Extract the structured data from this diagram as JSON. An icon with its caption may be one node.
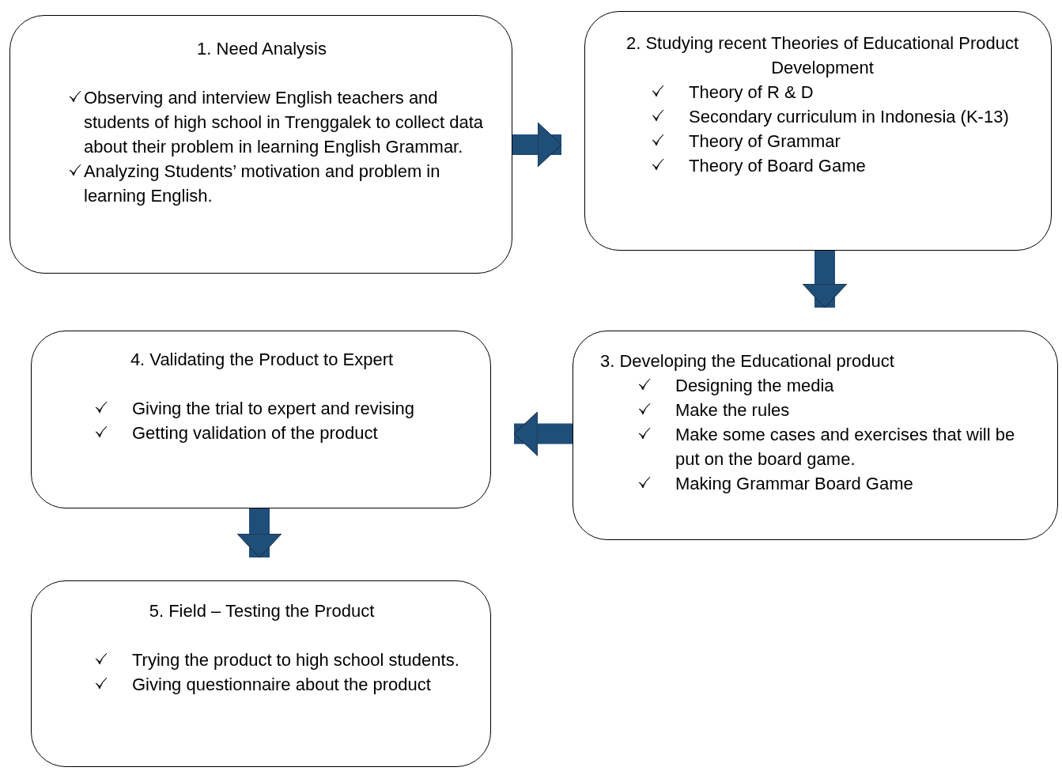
{
  "diagram": {
    "nodes": [
      {
        "text": [
          "1. Need Analysis",
          "Observing and interview English teachers and students of high school in Trenggalek to collect data about their problem in learning English Grammar.",
          "Analyzing Students’ motivation and problem in learning English."
        ]
      },
      {
        "text": [
          "2. Studying recent Theories of Educational Product Development",
          "Theory of R & D",
          "Secondary curriculum in Indonesia (K-13)",
          "Theory of Grammar",
          "Theory of Board Game"
        ]
      },
      {
        "text": [
          "3. Developing the Educational product",
          "Designing the media",
          "Make the rules",
          "Make some cases and exercises that will be put on the board game.",
          "Making Grammar Board Game"
        ]
      },
      {
        "text": [
          "4. Validating the Product to Expert",
          "Giving the trial to expert and revising",
          "Getting validation of the product"
        ]
      },
      {
        "text": [
          "5. Field – Testing the Product",
          "Trying the product to high school students.",
          "Giving questionnaire about the product"
        ]
      }
    ],
    "edges": [
      {
        "from": 0,
        "to": 1,
        "arrow": "to"
      },
      {
        "from": 1,
        "to": 2,
        "arrow": "to"
      },
      {
        "from": 2,
        "to": 3,
        "arrow": "to"
      },
      {
        "from": 3,
        "to": 4,
        "arrow": "to"
      }
    ]
  }
}
